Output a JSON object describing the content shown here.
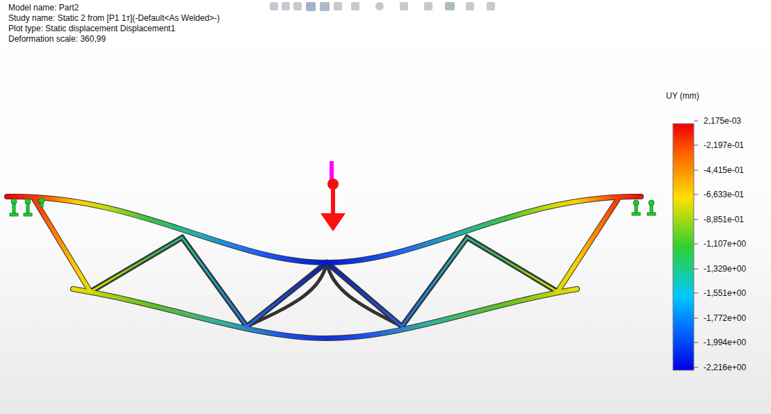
{
  "diagram": {
    "labels": [
      "Model name: Part2",
      "Study name: Static 2 from [P1 1т](-Default<As Welded>-)",
      "Plot type: Static displacement Displacement1",
      "Deformation scale: 360,99",
      "UY (mm)",
      "2,175e-03",
      "-2,197e-01",
      "-4,415e-01",
      "-6,633e-01",
      "-8,851e-01",
      "-1,107e+00",
      "-1,329e+00",
      "-1,551e+00",
      "-1,772e+00",
      "-1,994e+00",
      "-2,216e+00"
    ]
  }
}
